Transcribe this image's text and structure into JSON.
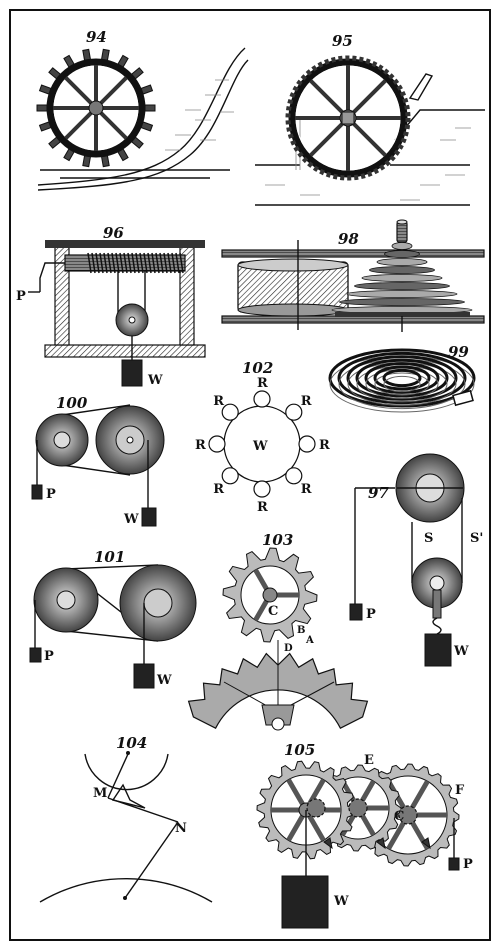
{
  "figures": {
    "f94": {
      "number": "94"
    },
    "f95": {
      "number": "95"
    },
    "f96": {
      "number": "96",
      "labels": {
        "p": "P",
        "w": "W"
      }
    },
    "f98": {
      "number": "98"
    },
    "f99": {
      "number": "99"
    },
    "f100": {
      "number": "100",
      "labels": {
        "p": "P",
        "w": "W"
      }
    },
    "f102": {
      "number": "102",
      "labels": {
        "r": "R",
        "w": "W"
      }
    },
    "f97": {
      "number": "97",
      "labels": {
        "s": "S",
        "s2": "S'",
        "p": "P",
        "w": "W"
      }
    },
    "f101": {
      "number": "101",
      "labels": {
        "p": "P",
        "w": "W"
      }
    },
    "f103": {
      "number": "103",
      "labels": {
        "c": "C",
        "b": "B",
        "a": "A",
        "d": "D"
      }
    },
    "f104": {
      "number": "104",
      "labels": {
        "m": "M",
        "n": "N"
      }
    },
    "f105": {
      "number": "105",
      "labels": {
        "e": "E",
        "f": "F",
        "c": "C",
        "p": "P",
        "w": "W"
      }
    }
  }
}
